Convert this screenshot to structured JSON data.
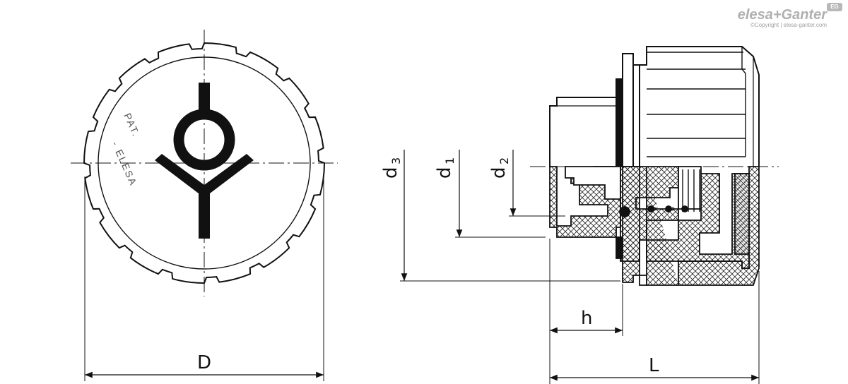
{
  "brand": {
    "name": "elesa+Ganter",
    "badge": "EG",
    "copyright": "©Copyright | elesa-ganter.com"
  },
  "engraving": {
    "line1": "PAT.",
    "line2": "- ELESA"
  },
  "dimensions": {
    "D": "D",
    "L": "L",
    "h": "h",
    "d3": {
      "base": "d",
      "sub": "3"
    },
    "d1": {
      "base": "d",
      "sub": "1"
    },
    "d2": {
      "base": "d",
      "sub": "2"
    }
  }
}
